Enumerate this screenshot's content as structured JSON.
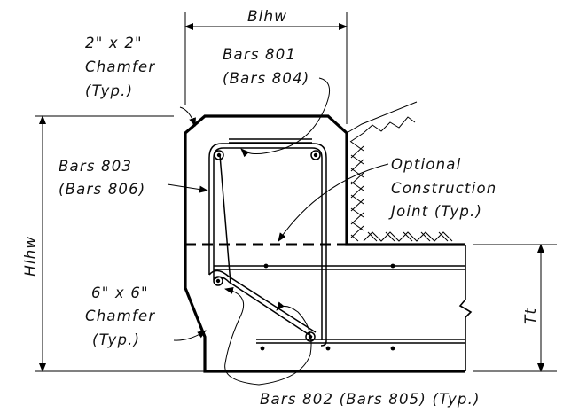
{
  "dimensions": {
    "top_width": "Blhw",
    "left_height": "Hlhw",
    "right_thickness": "Tt"
  },
  "labels": {
    "chamfer_top": [
      "2\" x 2\"",
      "Chamfer",
      "(Typ.)"
    ],
    "bars_top": [
      "Bars 801",
      "(Bars 804)"
    ],
    "bars_left": [
      "Bars 803",
      "(Bars 806)"
    ],
    "joint": [
      "Optional",
      "Construction",
      "Joint (Typ.)"
    ],
    "chamfer_bottom": [
      "6\" x 6\"",
      "Chamfer",
      "(Typ.)"
    ],
    "bars_bottom": "Bars 802 (Bars 805) (Typ.)"
  },
  "colors": {
    "line": "#000000",
    "background": "#ffffff"
  }
}
